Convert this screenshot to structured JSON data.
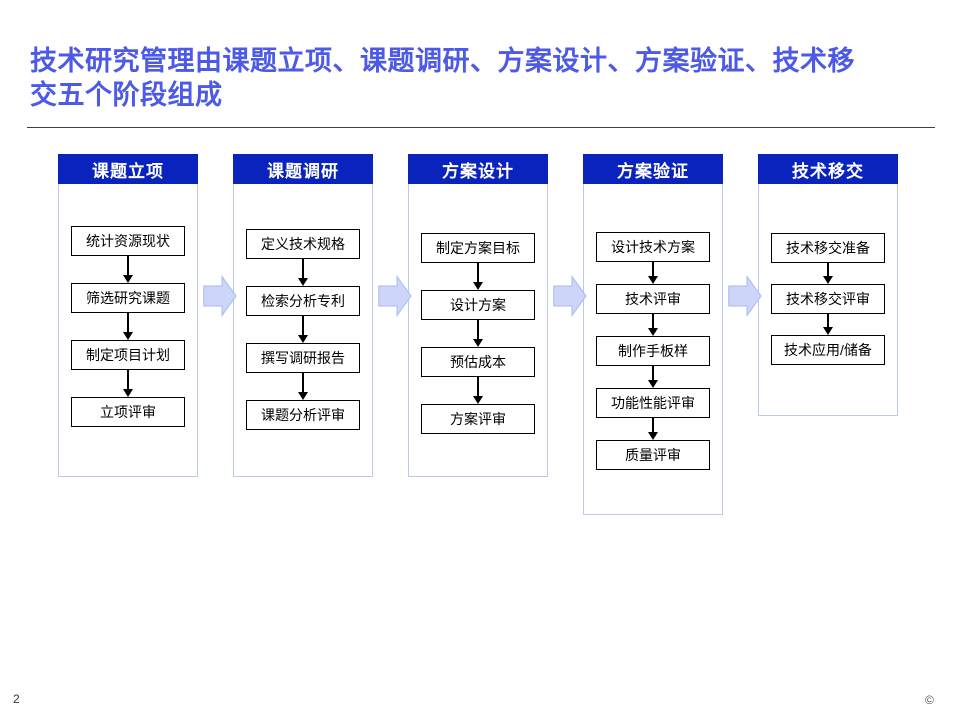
{
  "title": {
    "lines": [
      "技术研究管理由课题立项、课题调研、方案设计、方案验证、技术移",
      "交五个阶段组成"
    ]
  },
  "page": {
    "number": "2",
    "copyright": "©"
  },
  "colors": {
    "title": "#4c5ae6",
    "header_bg": "#0a23bc",
    "column_border": "#bcc8ee",
    "chevron_fill": "#cdd5f8",
    "chevron_border": "#aab8ef"
  },
  "icons": {
    "step_connector": "down-arrow-icon",
    "phase_connector": "block-arrow-right-icon"
  },
  "phases": [
    {
      "name": "课题立项",
      "steps": [
        "统计资源现状",
        "筛选研究课题",
        "制定项目计划",
        "立项评审"
      ]
    },
    {
      "name": "课题调研",
      "steps": [
        "定义技术规格",
        "检索分析专利",
        "撰写调研报告",
        "课题分析评审"
      ]
    },
    {
      "name": "方案设计",
      "steps": [
        "制定方案目标",
        "设计方案",
        "预估成本",
        "方案评审"
      ]
    },
    {
      "name": "方案验证",
      "steps": [
        "设计技术方案",
        "技术评审",
        "制作手板样",
        "功能性能评审",
        "质量评审"
      ]
    },
    {
      "name": "技术移交",
      "steps": [
        "技术移交准备",
        "技术移交评审",
        "技术应用/储备"
      ]
    }
  ]
}
